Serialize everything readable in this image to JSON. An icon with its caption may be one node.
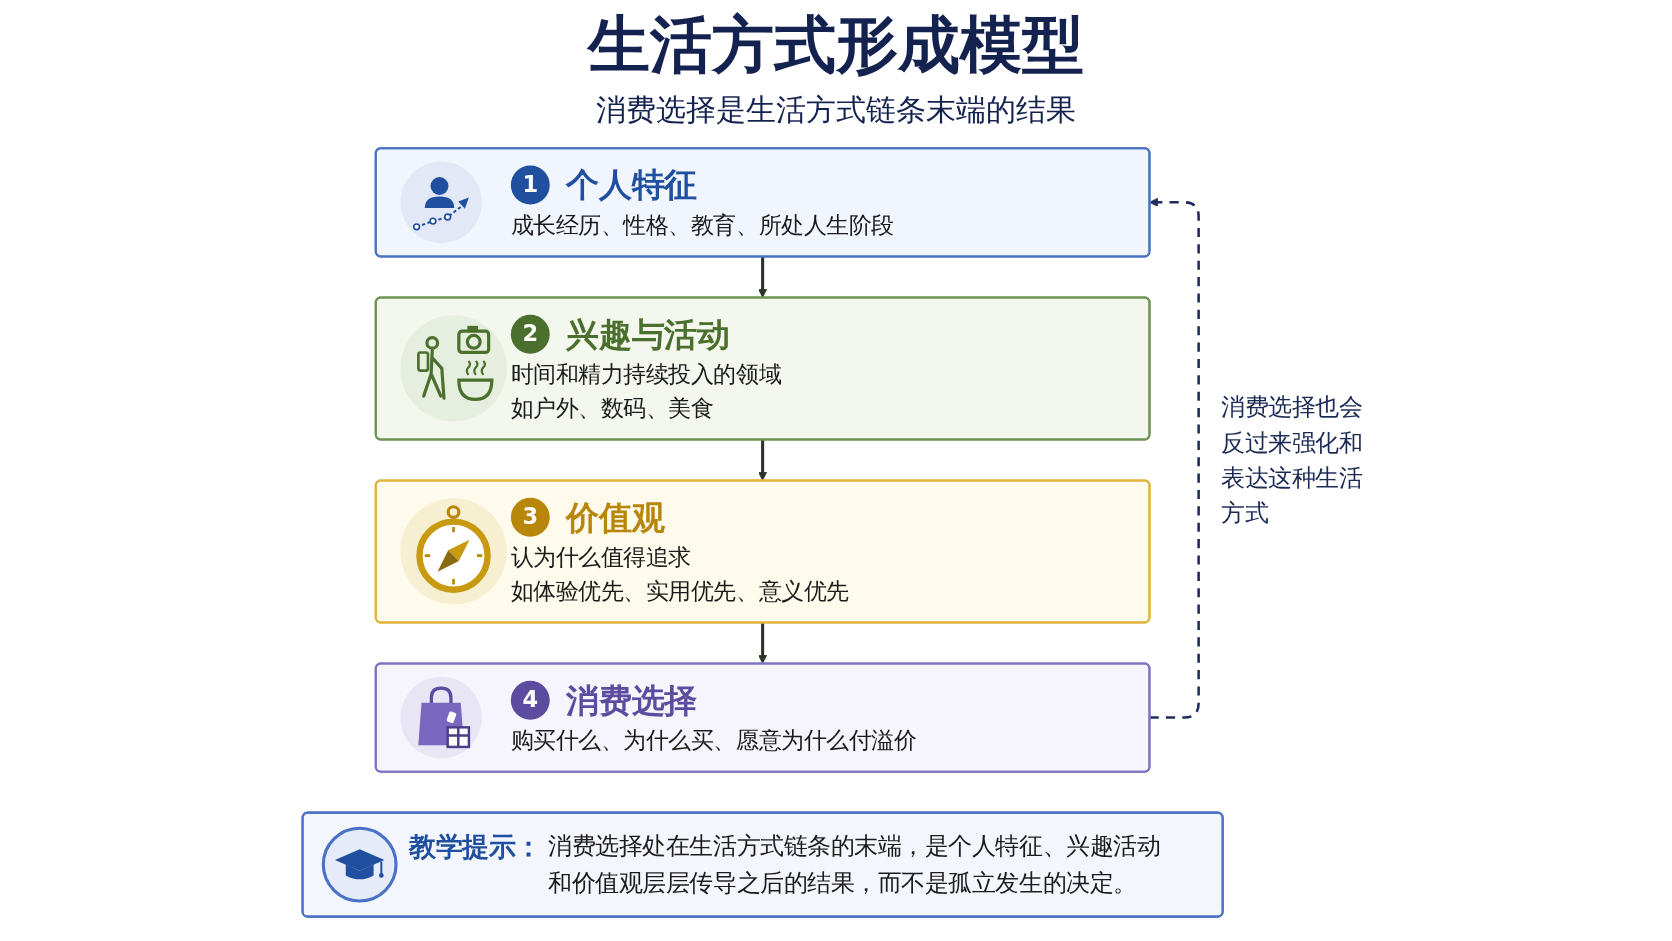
{
  "diagram": {
    "title": "生活方式形成模型",
    "nodes": [
      {
        "text": [
          "1",
          "个人特征",
          "成长经历、性格、教育、所处人生阶段"
        ]
      },
      {
        "text": [
          "2",
          "兴趣与活动",
          "时间和精力持续投入的领域",
          "如户外、数码、美食"
        ]
      },
      {
        "text": [
          "3",
          "价值观",
          "认为什么值得追求",
          "如体验优先、实用优先、意义优先"
        ]
      },
      {
        "text": [
          "4",
          "消费选择",
          "购买什么、为什么买、愿意为什么付溢价"
        ]
      },
      {
        "text": [
          "教学提示：",
          "消费选择处在生活方式链条的末端，是个人特征、兴趣活动和价值观层层传导之后的结果，而不是孤立发生的决定。"
        ]
      }
    ],
    "edges": [
      {
        "from": 0,
        "to": 1,
        "arrow": "to"
      },
      {
        "from": 1,
        "to": 2,
        "arrow": "to"
      },
      {
        "from": 2,
        "to": 3,
        "arrow": "to"
      },
      {
        "from": 3,
        "to": 0,
        "arrow": "to",
        "label": "消费选择也会反过来强化和表达这种生活方式",
        "style": "dashed",
        "color": "#1f2d5c"
      }
    ],
    "labels": [
      "消费选择是生活方式链条末端的结果"
    ]
  }
}
